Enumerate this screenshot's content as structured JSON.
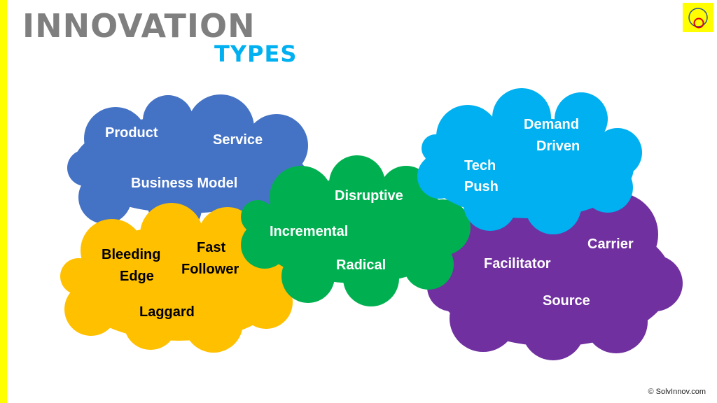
{
  "title": {
    "line1": "INNOVATION",
    "line2": "TYPES"
  },
  "clouds": {
    "blue": {
      "color": "#4472c4",
      "items": {
        "product": "Product",
        "service": "Service",
        "business_model": "Business Model"
      }
    },
    "orange": {
      "color": "#ffc000",
      "items": {
        "bleeding_edge": [
          "Bleeding",
          "Edge"
        ],
        "fast_follower": [
          "Fast",
          "Follower"
        ],
        "laggard": "Laggard"
      }
    },
    "green": {
      "color": "#00b050",
      "items": {
        "disruptive": "Disruptive",
        "incremental": "Incremental",
        "radical": "Radical"
      }
    },
    "lightblue": {
      "color": "#00b0f0",
      "items": {
        "demand_driven": [
          "Demand",
          "Driven"
        ],
        "tech_push": [
          "Tech",
          "Push"
        ]
      }
    },
    "purple": {
      "color": "#7030a0",
      "items": {
        "carrier": "Carrier",
        "facilitator": "Facilitator",
        "source": "Source"
      }
    }
  },
  "footer": {
    "copyright": "© SolvInnov.com"
  },
  "colors": {
    "accent_bar": "#ffff00",
    "title_gray": "#7f7f7f",
    "title_blue": "#00b0f0"
  }
}
